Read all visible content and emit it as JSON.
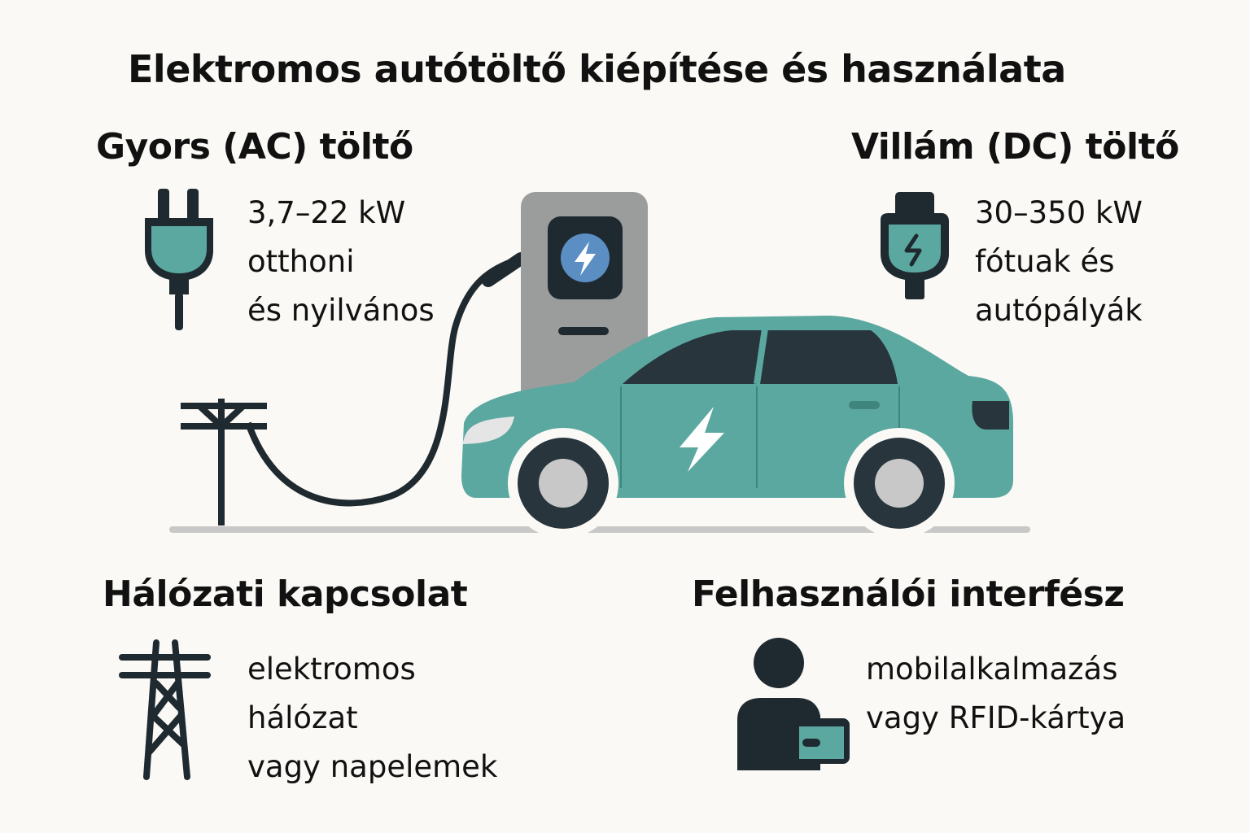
{
  "title": "Elektromos autótöltő kiépítése és használata",
  "sections": {
    "ac": {
      "heading": "Gyors (AC) töltő",
      "lines": [
        "3,7–22 kW",
        "otthoni",
        "és nyilvános"
      ],
      "icon": "plug-icon"
    },
    "dc": {
      "heading": "Villám (DC) töltő",
      "lines": [
        "30–350 kW",
        "fótuak és",
        "autópályák"
      ],
      "icon": "dc-plug-icon"
    },
    "grid": {
      "heading": "Hálózati kapcsolat",
      "lines": [
        "elektromos",
        "hálózat",
        "vagy napelemek"
      ],
      "icon": "power-pylon-icon"
    },
    "ui": {
      "heading": "Felhasználói interfész",
      "lines": [
        "mobilalkalmazás",
        "vagy RFID-kártya"
      ],
      "icon": "user-card-icon"
    }
  },
  "colors": {
    "background": "#faf9f5",
    "dark": "#1f2a30",
    "teal": "#5ba8a0",
    "station": "#9b9c9c",
    "bolt_blue": "#5b8fc4"
  }
}
